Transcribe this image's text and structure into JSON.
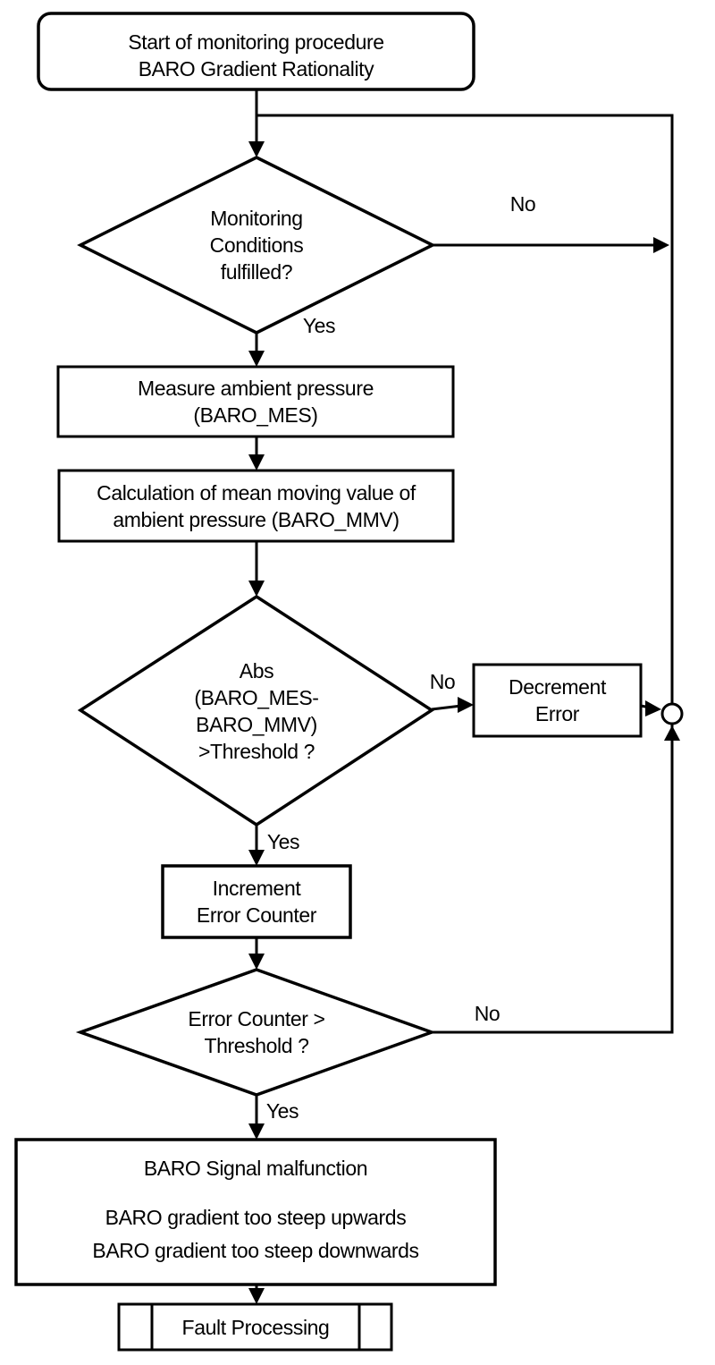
{
  "diagram": {
    "background": "#ffffff",
    "line_color": "#000000",
    "nodes": {
      "start": {
        "shape": "rounded-rectangle",
        "label": "Start of monitoring procedure\nBARO Gradient Rationality"
      },
      "monitoring_conditions": {
        "shape": "diamond",
        "label": "Monitoring\nConditions\nfulfilled?"
      },
      "measure_pressure": {
        "shape": "rectangle",
        "label": "Measure ambient pressure\n(BARO_MES)"
      },
      "calc_mean_moving_value": {
        "shape": "rectangle",
        "label": "Calculation of mean moving value of\nambient pressure (BARO_MMV)"
      },
      "abs_threshold": {
        "shape": "diamond",
        "label": "Abs\n(BARO_MES-\nBARO_MMV)\n>Threshold ?"
      },
      "decrement_error": {
        "shape": "rectangle",
        "label": "Decrement\nError"
      },
      "increment_error_counter": {
        "shape": "rectangle",
        "label": "Increment\nError Counter"
      },
      "error_counter_threshold": {
        "shape": "diamond",
        "label": "Error Counter >\nThreshold ?"
      },
      "malfunction": {
        "shape": "rectangle",
        "title": "BARO Signal malfunction",
        "details": "BARO gradient too steep upwards\nBARO gradient too steep downwards"
      },
      "fault_processing": {
        "shape": "predefined-process",
        "label": "Fault Processing"
      }
    },
    "edge_labels": {
      "monitoring_no": "No",
      "monitoring_yes": "Yes",
      "abs_no": "No",
      "abs_yes": "Yes",
      "counter_no": "No",
      "counter_yes": "Yes"
    }
  }
}
